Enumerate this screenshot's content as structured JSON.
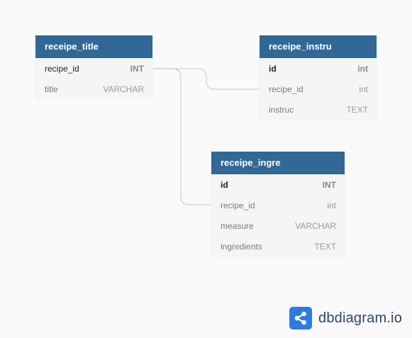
{
  "tables": {
    "title": {
      "name": "receipe_title",
      "columns": [
        {
          "name": "recipe_id",
          "type": "INT"
        },
        {
          "name": "title",
          "type": "VARCHAR"
        }
      ]
    },
    "instru": {
      "name": "receipe_instru",
      "columns": [
        {
          "name": "id",
          "type": "int"
        },
        {
          "name": "recipe_id",
          "type": "int"
        },
        {
          "name": "instruc",
          "type": "TEXT"
        }
      ]
    },
    "ingre": {
      "name": "receipe_ingre",
      "columns": [
        {
          "name": "id",
          "type": "INT"
        },
        {
          "name": "recipe_id",
          "type": "int"
        },
        {
          "name": "measure",
          "type": "VARCHAR"
        },
        {
          "name": "ingredients",
          "type": "TEXT"
        }
      ]
    }
  },
  "brand": {
    "name": "dbdiagram.io",
    "icon": "share-icon"
  },
  "colors": {
    "header": "#316896",
    "connector": "#cfcfcf",
    "brand": "#2d7be0"
  }
}
